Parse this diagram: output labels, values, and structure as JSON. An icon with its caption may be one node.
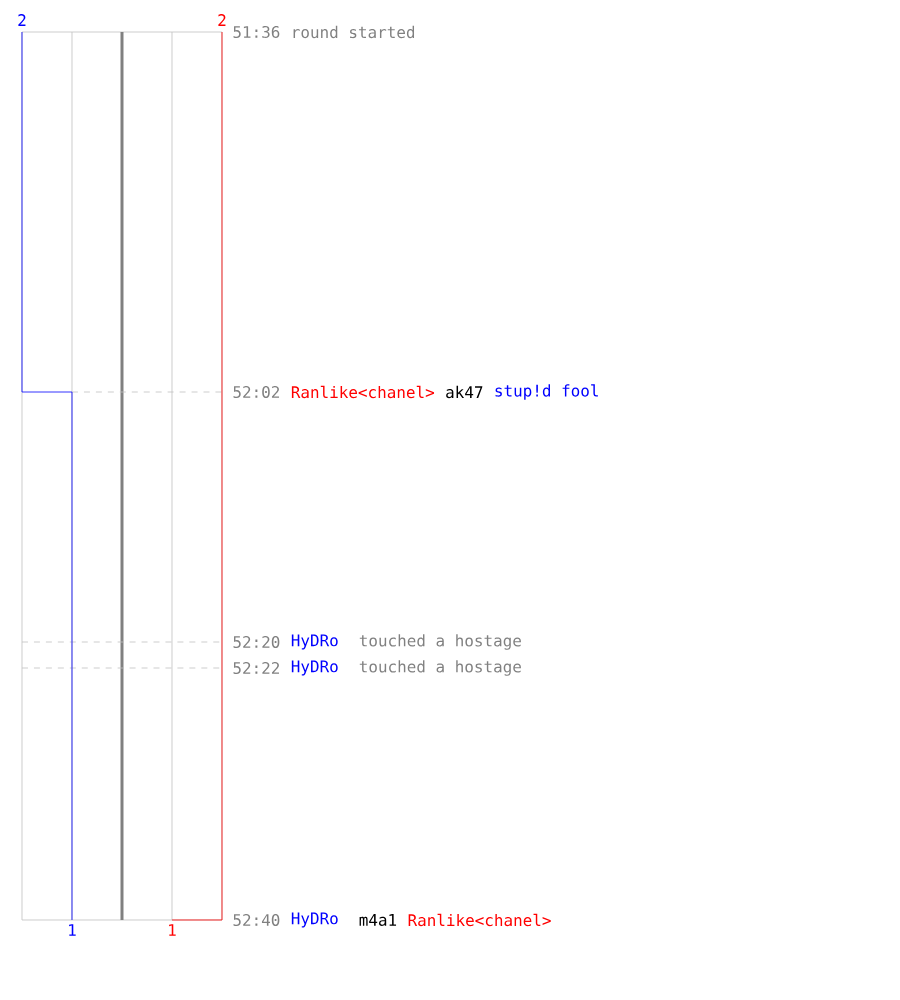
{
  "diagram": {
    "labels": [
      "2",
      "2",
      "51:36",
      "round started",
      "52:02",
      "Ranlike<chanel>",
      "ak47",
      "stup!d fool",
      "52:20",
      "HyDRo",
      "touched a hostage",
      "52:22",
      "HyDRo",
      "touched a hostage",
      "52:40",
      "HyDRo",
      "m4a1",
      "Ranlike<chanel>",
      "1",
      "1"
    ]
  }
}
